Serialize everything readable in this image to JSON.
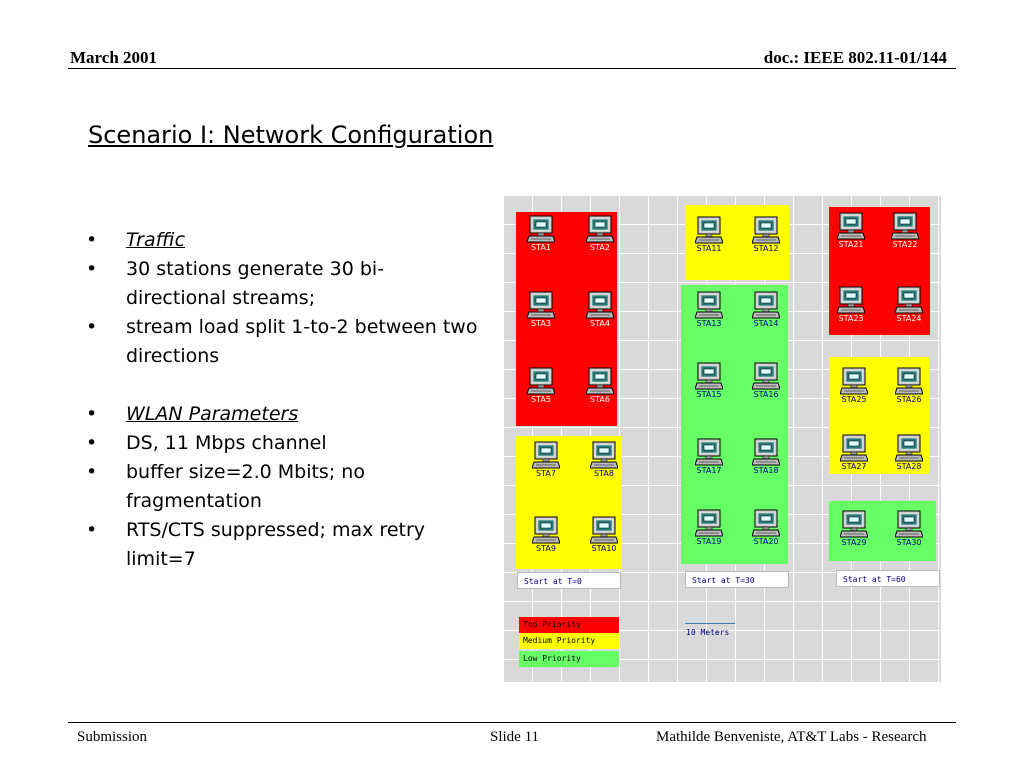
{
  "header": {
    "date": "March 2001",
    "doc": "doc.: IEEE 802.11-01/144"
  },
  "title": "Scenario I: Network Configuration",
  "bullets": [
    {
      "text": "Traffic",
      "kind": "section"
    },
    {
      "text": "30 stations generate  30 bi-directional streams;"
    },
    {
      "text": "stream load split 1-to-2 between two directions"
    },
    {
      "text": "WLAN Parameters",
      "kind": "section"
    },
    {
      "text": "DS, 11 Mbps channel"
    },
    {
      "text": "buffer size=2.0 Mbits; no fragmentation"
    },
    {
      "text": "RTS/CTS suppressed; max retry limit=7"
    }
  ],
  "bullet_glyph": "•",
  "stations": [
    "STA1",
    "STA2",
    "STA3",
    "STA4",
    "STA5",
    "STA6",
    "STA7",
    "STA8",
    "STA9",
    "STA10",
    "STA11",
    "STA12",
    "STA13",
    "STA14",
    "STA15",
    "STA16",
    "STA17",
    "STA18",
    "STA19",
    "STA20",
    "STA21",
    "STA22",
    "STA23",
    "STA24",
    "STA25",
    "STA26",
    "STA27",
    "STA28",
    "STA29",
    "STA30"
  ],
  "start_labels": [
    "Start at T=0",
    "Start at T=30",
    "Start at T=60"
  ],
  "legend": [
    {
      "label": "Top Priority",
      "color": "#ff0000"
    },
    {
      "label": "Medium Priority",
      "color": "#ffff00"
    },
    {
      "label": "Low Priority",
      "color": "#66ff66"
    }
  ],
  "scale_label": "10 Meters",
  "footer": {
    "left": "Submission",
    "center": "Slide 11",
    "right": "Mathilde Benveniste, AT&T Labs - Research"
  }
}
